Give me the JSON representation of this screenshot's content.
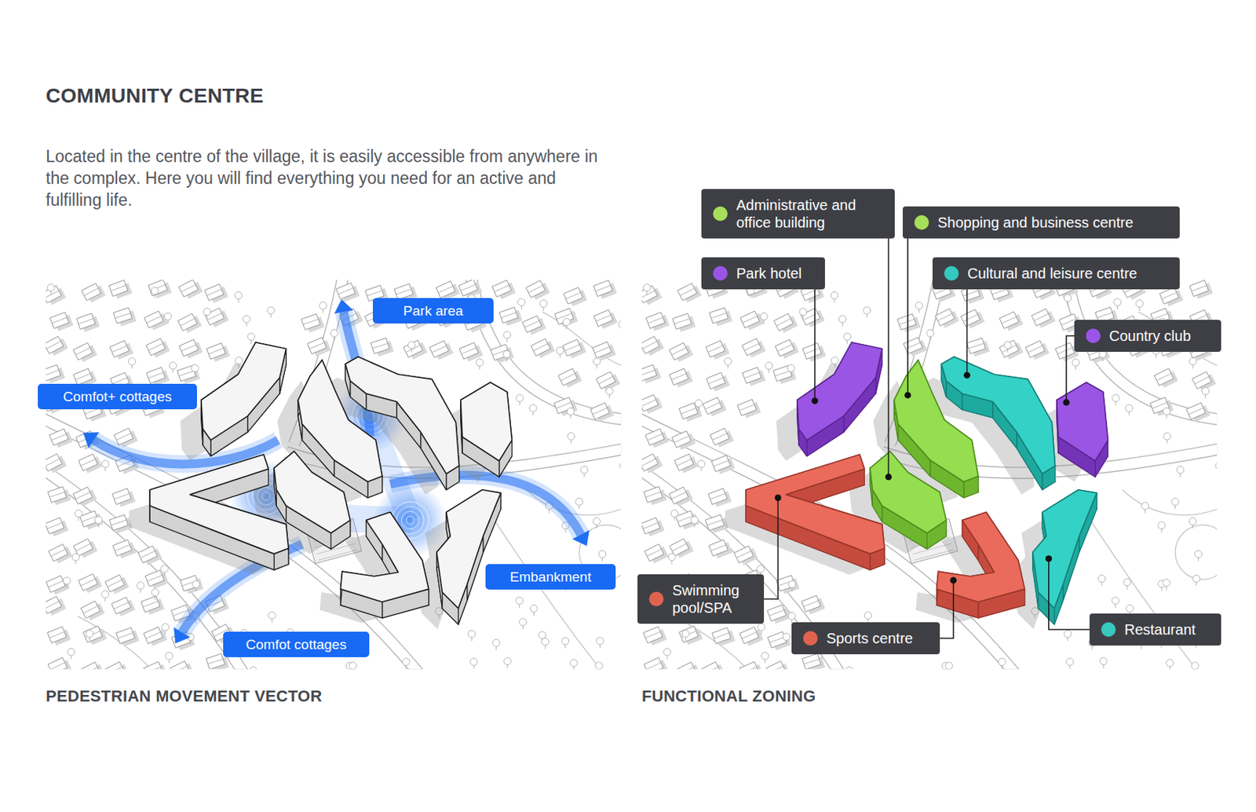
{
  "diagram": {
    "title": "COMMUNITY CENTRE",
    "nodes": [
      {
        "text": [
          "Park area"
        ]
      },
      {
        "text": [
          "Comfot+ cottages"
        ]
      },
      {
        "text": [
          "Embankment"
        ]
      },
      {
        "text": [
          "Comfot cottages"
        ]
      },
      {
        "text": [
          "Administrative and office building"
        ]
      },
      {
        "text": [
          "Shopping and business centre"
        ]
      },
      {
        "text": [
          "Park hotel"
        ]
      },
      {
        "text": [
          "Cultural and leisure centre"
        ]
      },
      {
        "text": [
          "Country club"
        ]
      },
      {
        "text": [
          "Swimming pool/SPA"
        ]
      },
      {
        "text": [
          "Sports centre"
        ]
      },
      {
        "text": [
          "Restaurant"
        ]
      }
    ],
    "labels": [
      "Located in the centre of the village, it is easily accessible from anywhere in the complex. Here you will find everything you need for an active and fulfilling life.",
      "PEDESTRIAN MOVEMENT VECTOR",
      "FUNCTIONAL ZONING"
    ]
  }
}
